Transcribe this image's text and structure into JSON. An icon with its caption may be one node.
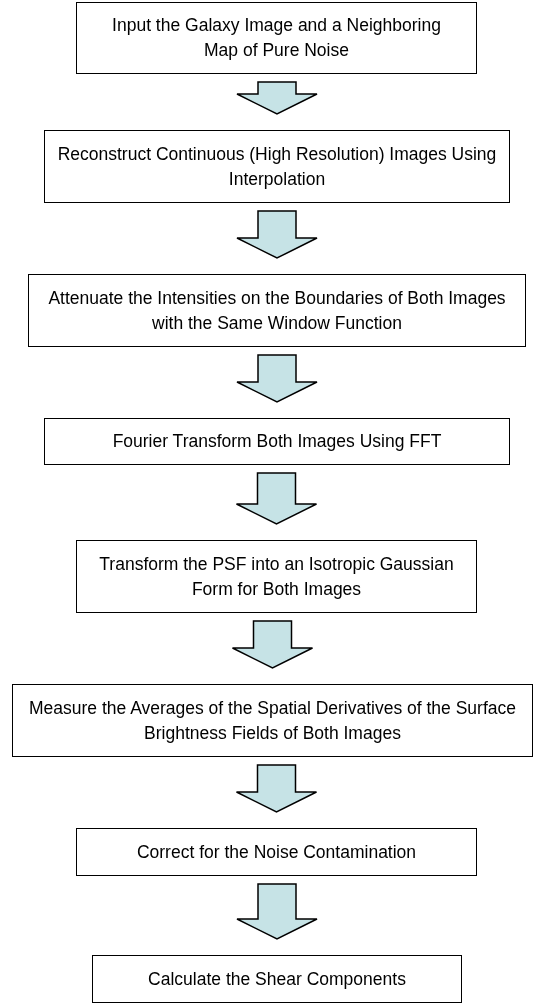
{
  "diagram": {
    "nodes": [
      {
        "text": [
          "Input the Galaxy Image and a Neighboring Map of Pure Noise"
        ]
      },
      {
        "text": [
          "Reconstruct Continuous (High Resolution) Images Using Interpolation"
        ]
      },
      {
        "text": [
          "Attenuate the Intensities on the Boundaries of Both Images with the Same Window Function"
        ]
      },
      {
        "text": [
          "Fourier Transform Both Images Using FFT"
        ]
      },
      {
        "text": [
          "Transform the PSF into an Isotropic Gaussian Form for Both Images"
        ]
      },
      {
        "text": [
          "Measure the Averages of the Spatial Derivatives of the Surface Brightness Fields of Both Images"
        ]
      },
      {
        "text": [
          "Correct for the Noise Contamination"
        ]
      },
      {
        "text": [
          "Calculate the Shear Components"
        ]
      }
    ],
    "edges": [
      {
        "from": 0,
        "to": 1,
        "arrow": "to"
      },
      {
        "from": 1,
        "to": 2,
        "arrow": "to"
      },
      {
        "from": 2,
        "to": 3,
        "arrow": "to"
      },
      {
        "from": 3,
        "to": 4,
        "arrow": "to"
      },
      {
        "from": 4,
        "to": 5,
        "arrow": "to"
      },
      {
        "from": 5,
        "to": 6,
        "arrow": "to"
      },
      {
        "from": 6,
        "to": 7,
        "arrow": "to"
      }
    ]
  }
}
